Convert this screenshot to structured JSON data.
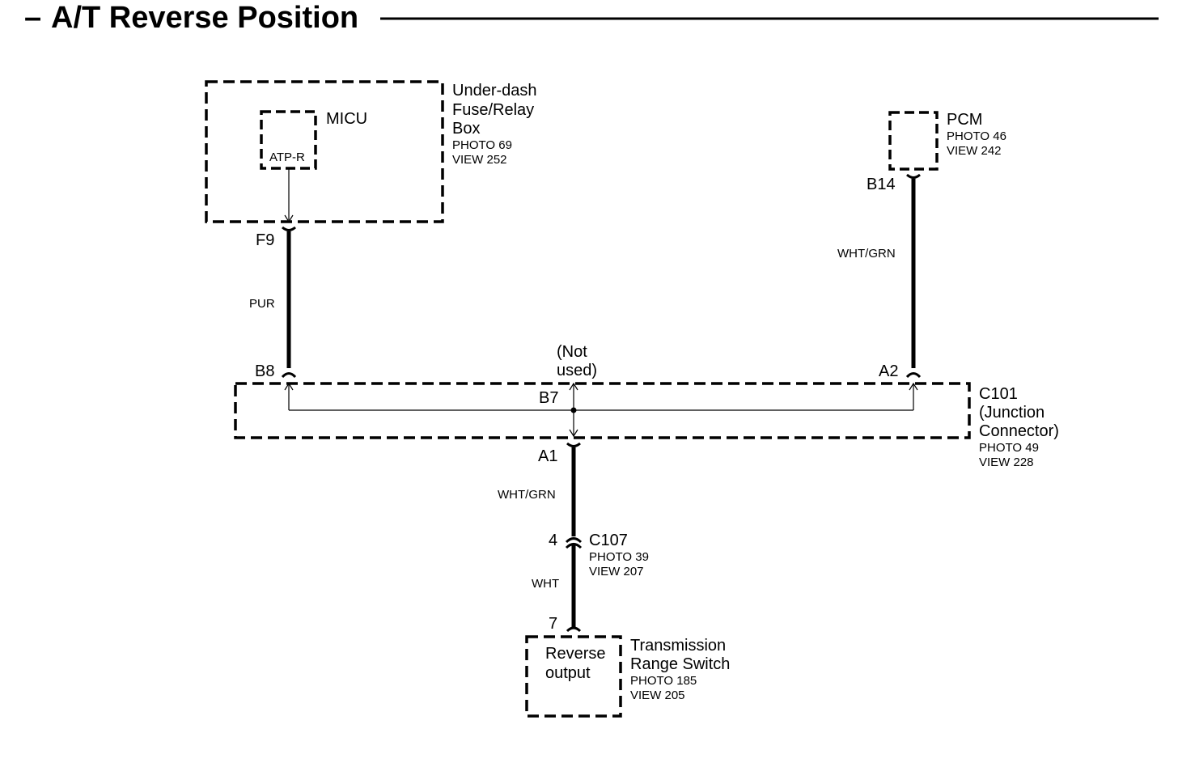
{
  "title": {
    "dash": "–",
    "text": "A/T Reverse Position"
  },
  "components": {
    "fuse_box": {
      "line1": "Under-dash",
      "line2": "Fuse/Relay",
      "line3": "Box",
      "photo": "PHOTO 69",
      "view": "VIEW 252"
    },
    "micu": {
      "name": "MICU",
      "pin_label": "ATP-R"
    },
    "pcm": {
      "name": "PCM",
      "photo": "PHOTO 46",
      "view": "VIEW 242"
    },
    "c101": {
      "name": "C101",
      "line2": "(Junction",
      "line3": "Connector)",
      "photo": "PHOTO 49",
      "view": "VIEW 228"
    },
    "c107": {
      "name": "C107",
      "photo": "PHOTO 39",
      "view": "VIEW 207"
    },
    "trs": {
      "line1": "Transmission",
      "line2": "Range Switch",
      "photo": "PHOTO 185",
      "view": "VIEW 205",
      "inner1": "Reverse",
      "inner2": "output"
    }
  },
  "pins": {
    "f9": "F9",
    "b14": "B14",
    "b8": "B8",
    "a2": "A2",
    "b7": "B7",
    "a1": "A1",
    "p4": "4",
    "p7": "7"
  },
  "not_used": {
    "line1": "(Not",
    "line2": "used)"
  },
  "wires": {
    "pur": "PUR",
    "wht_grn_pcm": "WHT/GRN",
    "wht_grn_a1": "WHT/GRN",
    "wht": "WHT"
  }
}
